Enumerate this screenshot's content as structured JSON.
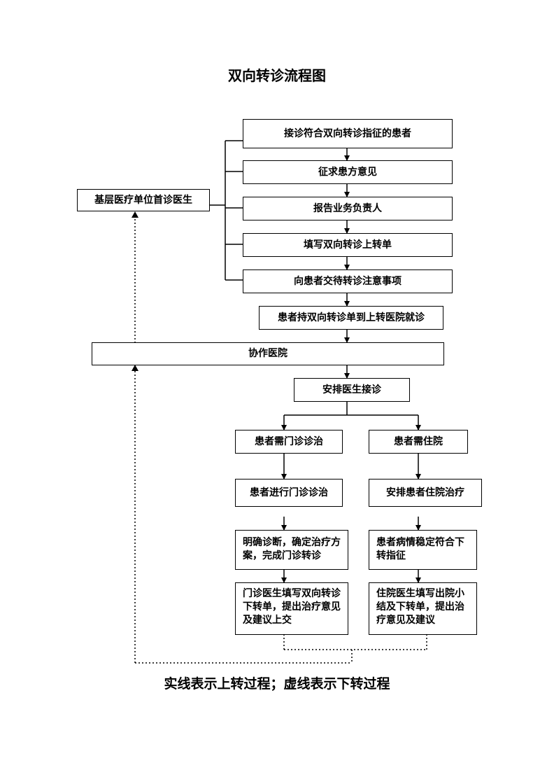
{
  "title": "双向转诊流程图",
  "steps": {
    "s1": "接诊符合双向转诊指征的患者",
    "s2": "征求患方意见",
    "s3": "报告业务负责人",
    "s4": "填写双向转诊上转单",
    "s5": "向患者交待转诊注意事项",
    "s6": "患者持双向转诊单到上转医院就诊"
  },
  "primary_clinic": "基层医疗单位首诊医生",
  "partner_hospital": "协作医院",
  "arrange_doctor": "安排医生接诊",
  "outpatient": {
    "need": "患者需门诊诊治",
    "proceed": "患者进行门诊诊治",
    "diagnose": "明确诊断，确定治疗方案，完成门诊转诊",
    "referral": "门诊医生填写双向转诊下转单，提出治疗意见及建议上交"
  },
  "inpatient": {
    "need": "患者需住院",
    "arrange": "安排患者住院治疗",
    "stable": "患者病情稳定符合下转指征",
    "referral": "住院医生填写出院小结及下转单，提出治疗意见及建议"
  },
  "legend": "实线表示上转过程；虚线表示下转过程"
}
